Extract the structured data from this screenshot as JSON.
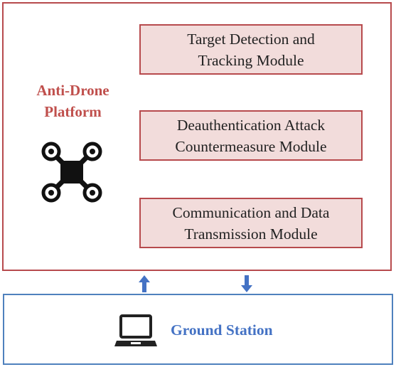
{
  "platform": {
    "title": "Anti-Drone\nPlatform",
    "icon": "drone-icon",
    "modules": [
      {
        "label": "Target Detection and\nTracking Module"
      },
      {
        "label": "Deauthentication Attack\nCountermeasure Module"
      },
      {
        "label": "Communication and Data\nTransmission Module"
      }
    ]
  },
  "links": {
    "uplink_icon": "arrow-up-icon",
    "downlink_icon": "arrow-down-icon"
  },
  "ground_station": {
    "label": "Ground Station",
    "icon": "laptop-icon"
  },
  "colors": {
    "platform_border": "#b74a4d",
    "platform_title": "#c0504d",
    "module_fill": "#f2dcdb",
    "ground_border": "#4f81bd",
    "ground_label": "#4472c4"
  }
}
